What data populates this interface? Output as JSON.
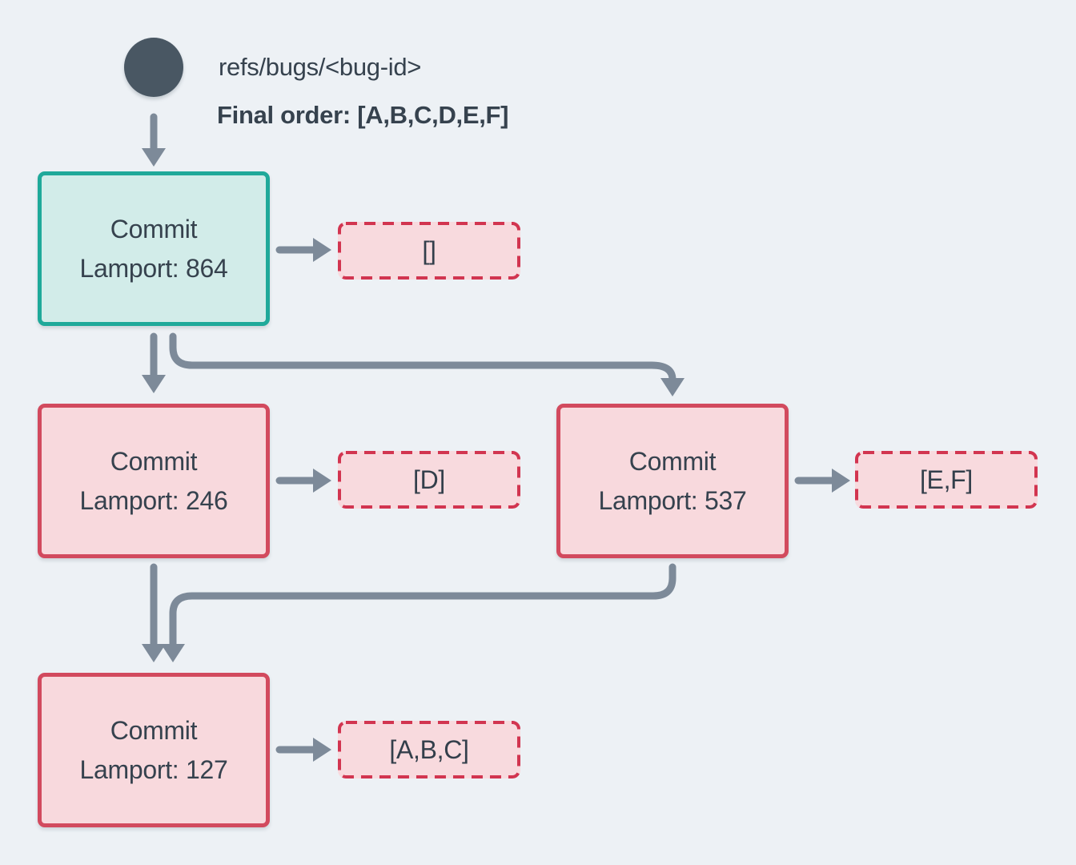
{
  "header": {
    "ref": "refs/bugs/<bug-id>",
    "final_order": "Final order: [A,B,C,D,E,F]"
  },
  "nodes": {
    "root": {
      "title": "Commit",
      "lamport": "Lamport: 864",
      "payload": "[]"
    },
    "left": {
      "title": "Commit",
      "lamport": "Lamport: 246",
      "payload": "[D]"
    },
    "right": {
      "title": "Commit",
      "lamport": "Lamport: 537",
      "payload": "[E,F]"
    },
    "merge": {
      "title": "Commit",
      "lamport": "Lamport: 127",
      "payload": "[A,B,C]"
    }
  },
  "colors": {
    "background": "#edf1f5",
    "text": "#36424e",
    "ref_dot": "#495763",
    "edge": "#7d8a99",
    "teal_border": "#1fa99a",
    "teal_fill": "#d2ece9",
    "red_border": "#d24a5e",
    "pink_fill": "#f8d9dd",
    "dashed_border": "#d23550",
    "dashed_fill": "#f8dade"
  }
}
